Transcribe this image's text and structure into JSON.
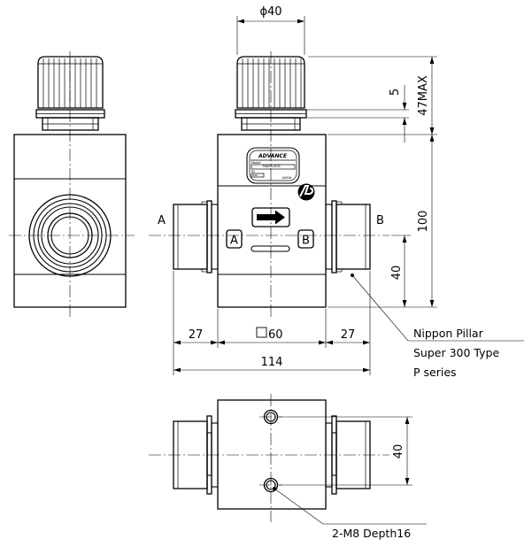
{
  "dimensions": {
    "phi40": "ϕ40",
    "d5": "5",
    "d47max": "47MAX",
    "d100": "100",
    "d40_front": "40",
    "d27_left": "27",
    "d60": "60",
    "d27_right": "27",
    "d114": "114",
    "d40_bottom": "40"
  },
  "labels": {
    "port_a": "A",
    "port_b": "B",
    "badge_a": "A",
    "badge_b": "B"
  },
  "callouts": {
    "fitting_line1": "Nippon Pillar",
    "fitting_line2": "Super 300 Type",
    "fitting_line3": "P series",
    "holes": "2-M8 Depth16"
  },
  "nameplate": {
    "brand": "ADVANCE",
    "model_label": "Model",
    "model": "PA60S-6CD",
    "id_label": "ID",
    "serial": "xxx",
    "origin": "JAPAN"
  }
}
